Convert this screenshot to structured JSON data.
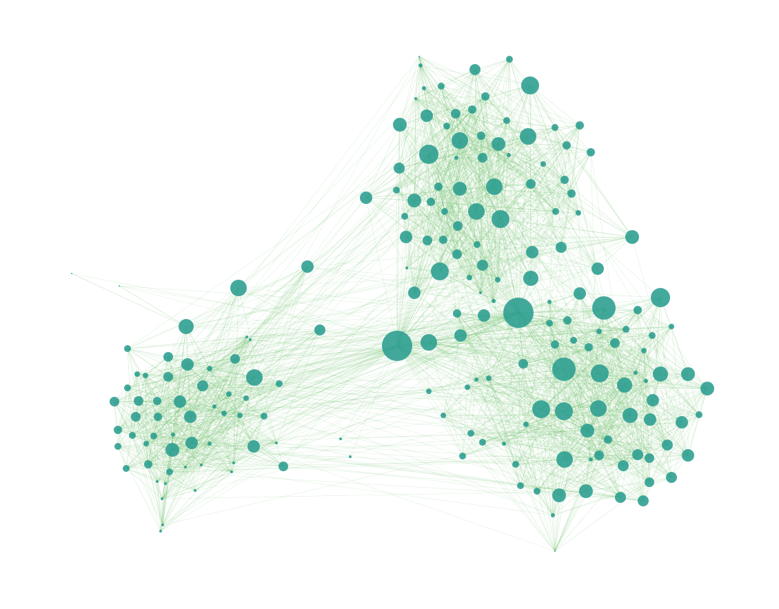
{
  "graph": {
    "type": "force-directed-network",
    "node_color": "#2a9d8f",
    "edge_color": "#6abf69",
    "background": "#ffffff",
    "clusters": [
      {
        "name": "top-cluster",
        "approx_nodes": 70
      },
      {
        "name": "left-cluster",
        "approx_nodes": 55
      },
      {
        "name": "bottom-right-cluster",
        "approx_nodes": 75
      }
    ],
    "hub_nodes": 2,
    "labels_shown": false
  }
}
